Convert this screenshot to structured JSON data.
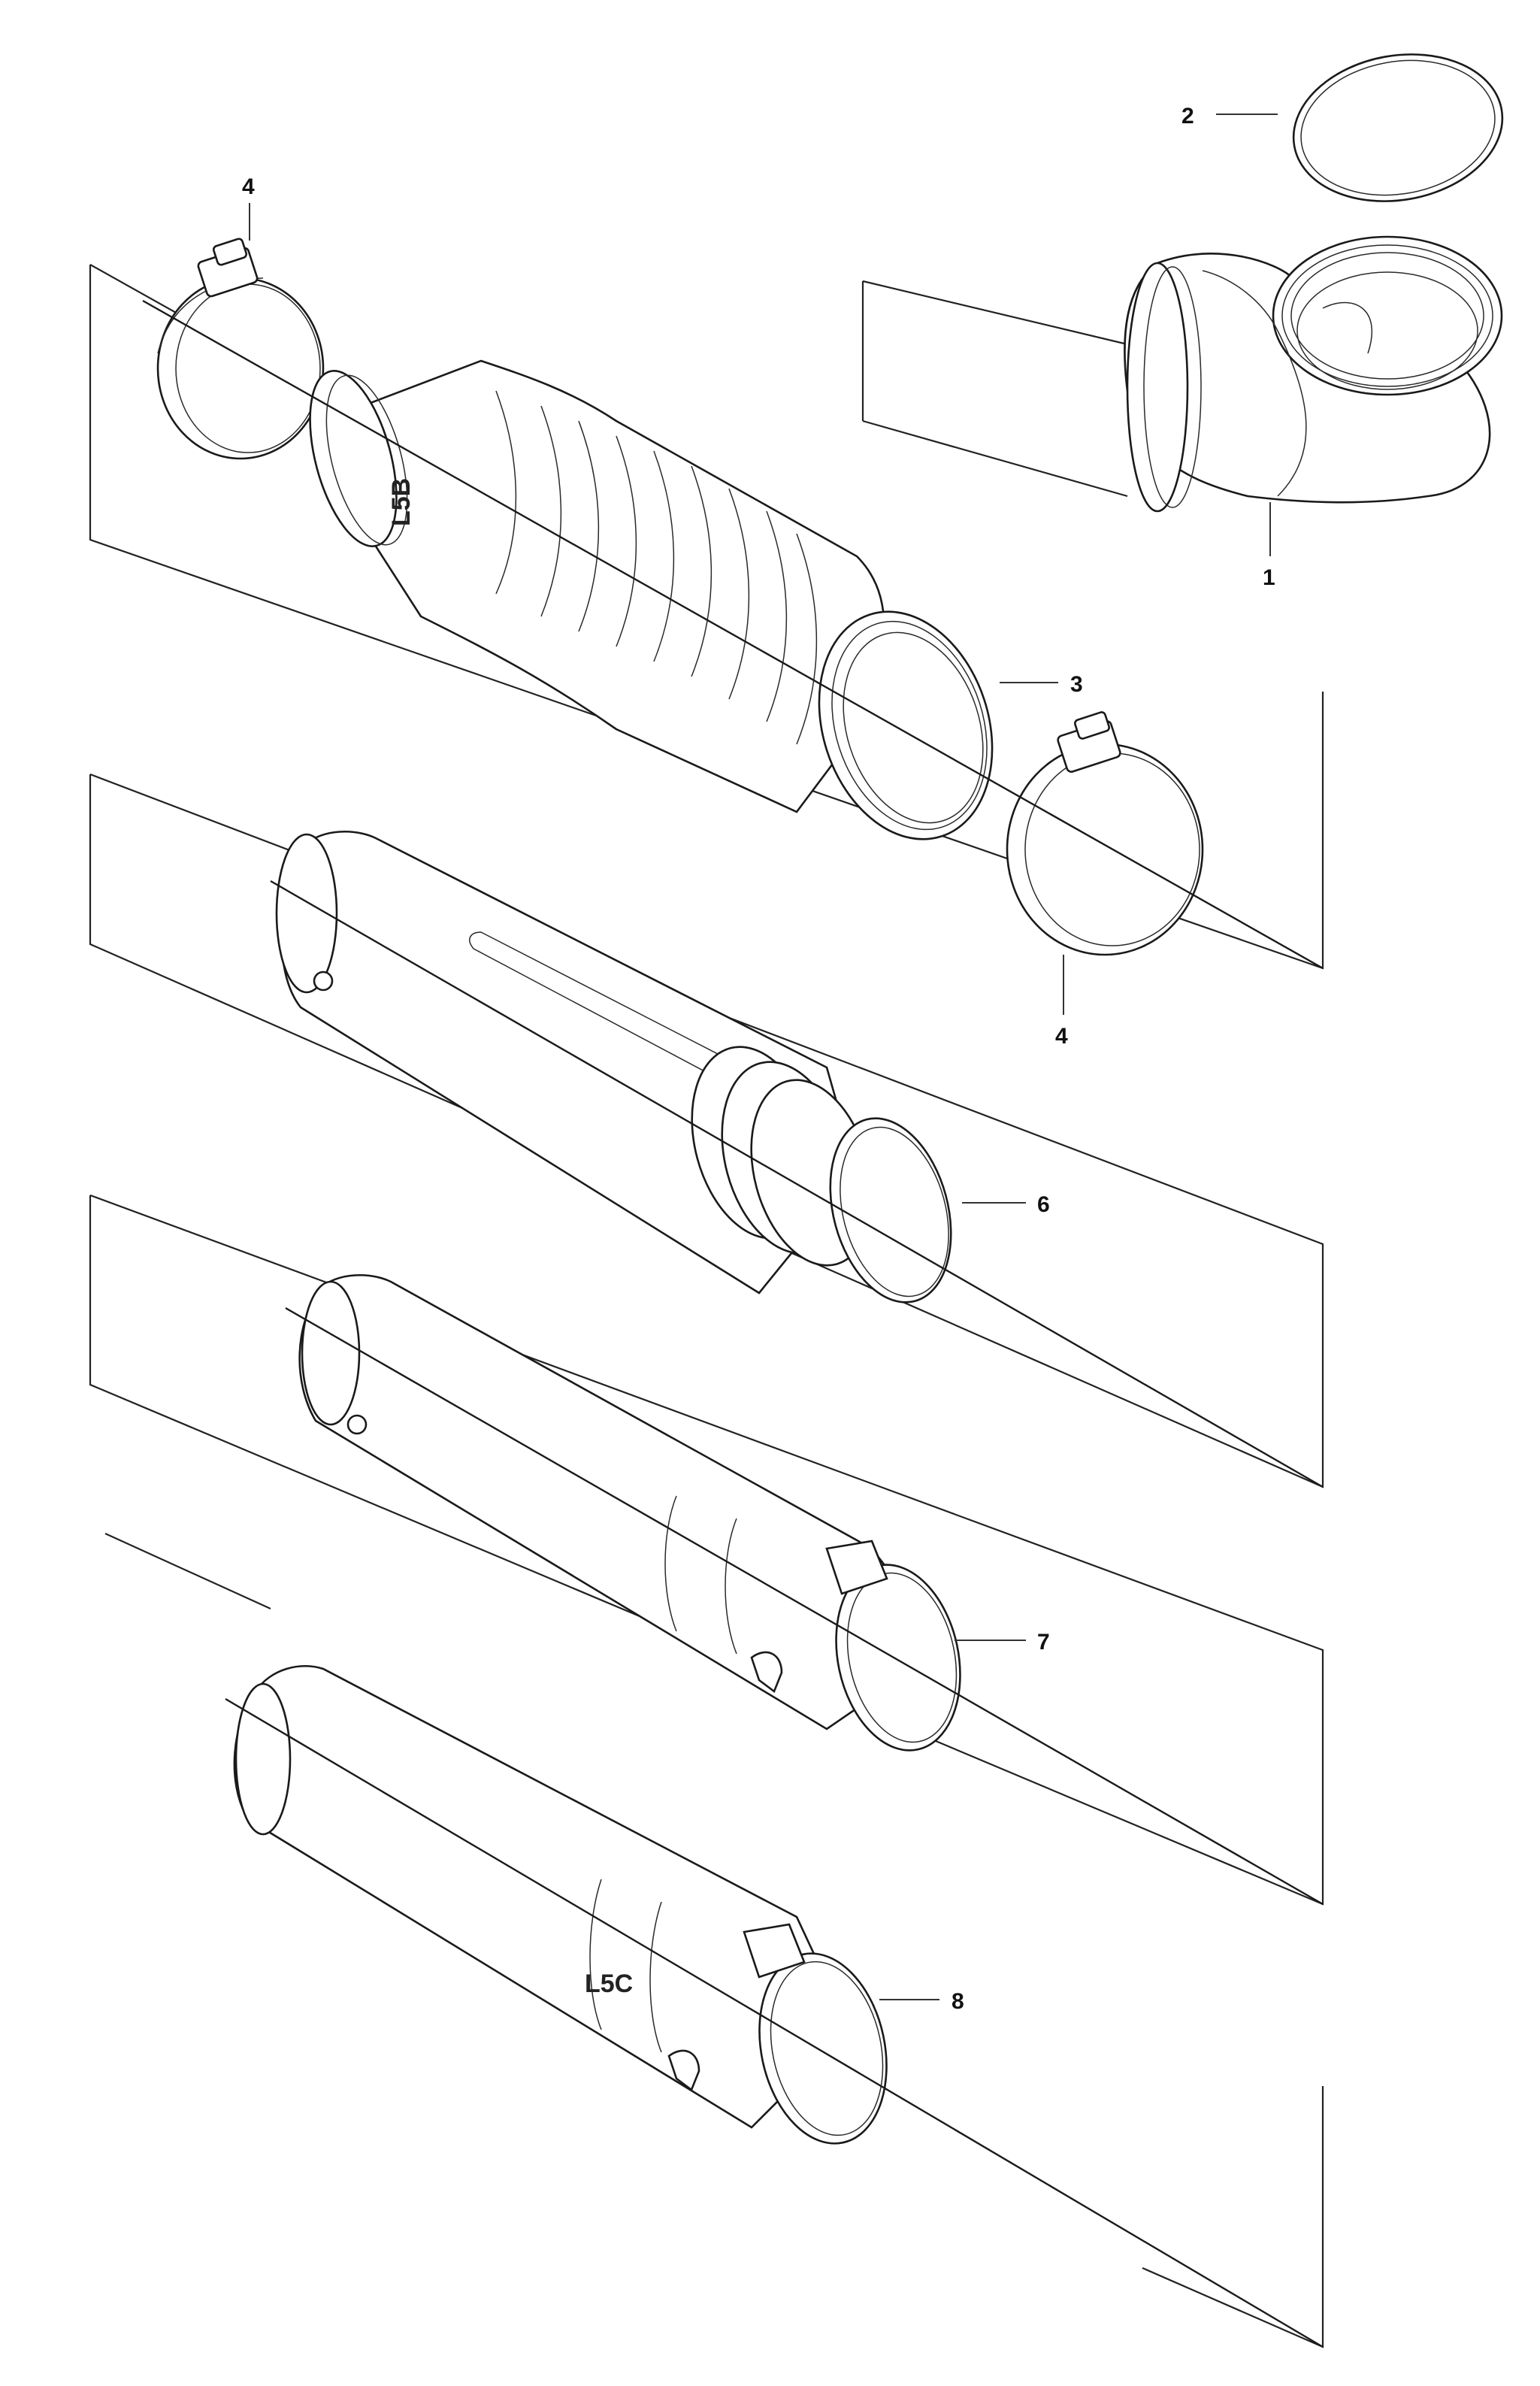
{
  "callouts": [
    {
      "id": "1",
      "label": "1"
    },
    {
      "id": "2",
      "label": "2"
    },
    {
      "id": "3",
      "label": "3"
    },
    {
      "id": "4a",
      "label": "4"
    },
    {
      "id": "4b",
      "label": "4"
    },
    {
      "id": "6",
      "label": "6"
    },
    {
      "id": "7",
      "label": "7"
    },
    {
      "id": "8",
      "label": "8"
    }
  ],
  "part_marks": {
    "bellows": "L5B",
    "tube8": "L5C"
  }
}
